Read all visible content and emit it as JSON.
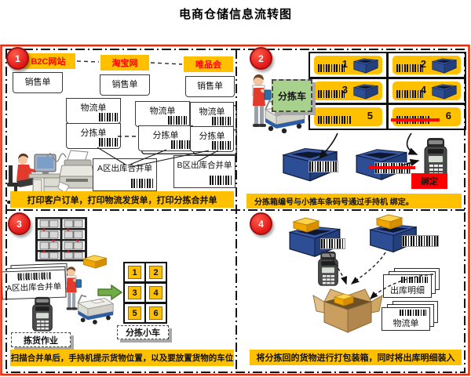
{
  "title": "电商仓储信息流转图",
  "colors": {
    "banner_orange": "#FFC000",
    "step_red": "#E01818",
    "cart_green": "#A9D18E",
    "bin_blue": "#24407C",
    "bind_red": "#FF0000",
    "arrow_green": "#70AD47"
  },
  "q1": {
    "step": "1",
    "channels": [
      "B2C网站",
      "淘宝网",
      "唯品会"
    ],
    "sales_docs": [
      "销售单",
      "销售单",
      "销售单"
    ],
    "logistics_docs": [
      "物流单",
      "物流单",
      "物流单"
    ],
    "sorting_docs": [
      "分拣单",
      "分拣单",
      "分拣单"
    ],
    "merge_doc_a": "A区出库合并单",
    "merge_doc_b": "B区出库合并单",
    "caption": "打印客户订单，打印物流发货单，打印分拣合并单"
  },
  "q2": {
    "step": "2",
    "cart_label": "分拣车",
    "slot_numbers": [
      "1",
      "2",
      "3",
      "4",
      "5",
      "6"
    ],
    "bind_label": "绑定",
    "caption": "分拣箱编号与小推车条码号通过手持机 绑定。"
  },
  "q3": {
    "step": "3",
    "merge_doc": "A区出库合并单",
    "slot_numbers": [
      "1",
      "2",
      "3",
      "4",
      "5",
      "6"
    ],
    "cart_label": "分拣小车",
    "task_label": "拣货作业",
    "caption": "扫描合并单后，手持机提示货物位置，以及要放置货物的车位"
  },
  "q4": {
    "step": "4",
    "outbound_detail_doc": "出库明细",
    "logistics_doc": "物流单",
    "caption": "将分拣回的货物进行打包装箱，同时将出库明细装入"
  }
}
